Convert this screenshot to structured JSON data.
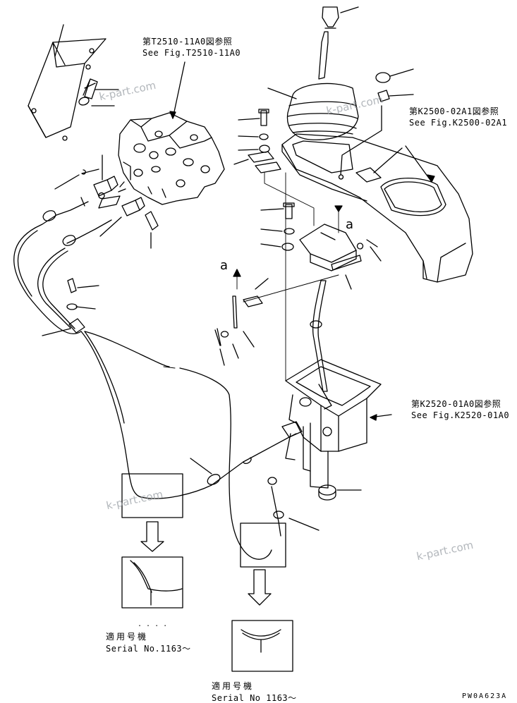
{
  "references": {
    "valve": {
      "jp": "第T2510-11A0図参照",
      "en": "See Fig.T2510-11A0"
    },
    "console": {
      "jp": "第K2500-02A1図参照",
      "en": "See Fig.K2500-02A1"
    },
    "lever_box": {
      "jp": "第K2520-01A0図参照",
      "en": "See Fig.K2520-01A0"
    }
  },
  "callouts": {
    "a_left": "a",
    "a_right": "a"
  },
  "serial_notes": {
    "left": {
      "jp": "適用号機",
      "en": "Serial No.1163～"
    },
    "right": {
      "jp": "適用号機",
      "en": "Serial No 1163～"
    }
  },
  "watermarks": [
    "k-part.com",
    "k-part.com",
    "k-part.com",
    "k-part.com"
  ],
  "drawing_code": "PW0A623A"
}
